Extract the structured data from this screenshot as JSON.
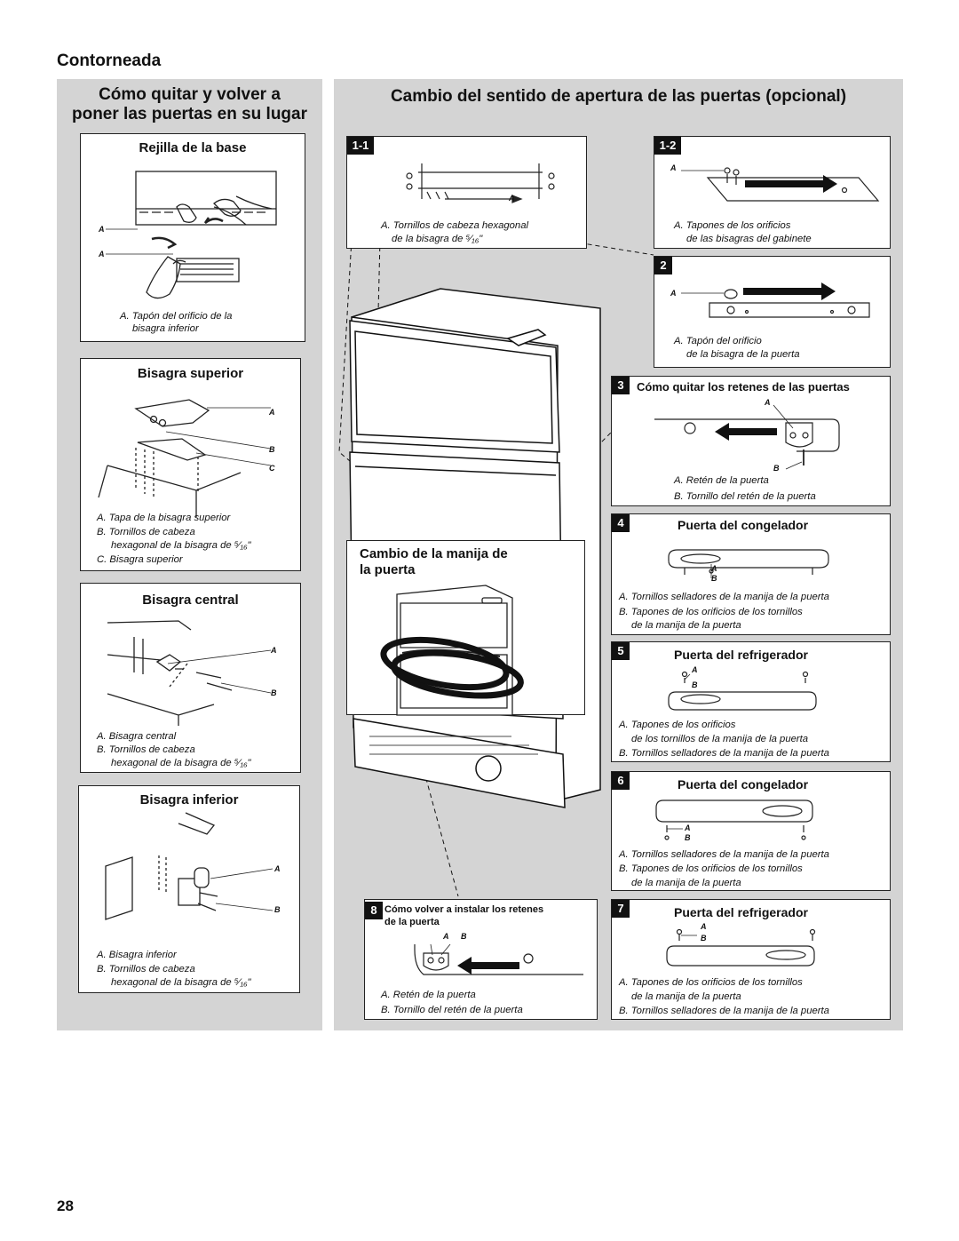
{
  "page": {
    "section_title": "Contorneada",
    "page_number": "28"
  },
  "left_panel": {
    "title_line1": "Cómo quitar y volver a",
    "title_line2": "poner las puertas en su lugar",
    "base_grille": {
      "title": "Rejilla de la base",
      "label_a": "A",
      "caption_line1": "A. Tapón del orificio de la",
      "caption_line2": "bisagra inferior"
    },
    "top_hinge": {
      "title": "Bisagra superior",
      "label_a": "A",
      "label_b": "B",
      "label_c": "C",
      "caption_a": "A. Tapa de la bisagra superior",
      "caption_b1": "B. Tornillos de cabeza",
      "caption_b2": "hexagonal de la bisagra de ⁵⁄₁₆\"",
      "caption_c": "C. Bisagra superior"
    },
    "center_hinge": {
      "title": "Bisagra central",
      "label_a": "A",
      "label_b": "B",
      "caption_a": "A. Bisagra central",
      "caption_b1": "B. Tornillos de cabeza",
      "caption_b2": "hexagonal de la bisagra de ⁵⁄₁₆\""
    },
    "bottom_hinge": {
      "title": "Bisagra inferior",
      "label_a": "A",
      "label_b": "B",
      "caption_a": "A. Bisagra inferior",
      "caption_b1": "B. Tornillos de cabeza",
      "caption_b2": "hexagonal de la bisagra de ⁵⁄₁₆\""
    }
  },
  "right_panel": {
    "title": "Cambio del sentido de apertura de las puertas (opcional)",
    "step_1_1": {
      "number": "1-1",
      "label_a": "A",
      "caption_line1": "A. Tornillos de cabeza hexagonal",
      "caption_line2": "de la bisagra de ⁵⁄₁₆\""
    },
    "step_1_2": {
      "number": "1-2",
      "label_a": "A",
      "caption_line1": "A. Tapones de los orificios",
      "caption_line2": "de las bisagras del gabinete"
    },
    "step_2": {
      "number": "2",
      "label_a": "A",
      "caption_line1": "A. Tapón del orificio",
      "caption_line2": "de la bisagra de la puerta"
    },
    "step_3": {
      "number": "3",
      "title": "Cómo quitar los retenes de las puertas",
      "label_a": "A",
      "label_b": "B",
      "caption_a": "A. Retén de la puerta",
      "caption_b": "B. Tornillo del retén de la puerta"
    },
    "handle_change": {
      "title_line1": "Cambio de la manija de",
      "title_line2": "la puerta"
    },
    "step_4": {
      "number": "4",
      "title": "Puerta del congelador",
      "label_a": "A",
      "label_b": "B",
      "caption_a": "A. Tornillos selladores de la manija de la puerta",
      "caption_b1": "B. Tapones de los orificios de los tornillos",
      "caption_b2": "de la manija de la puerta"
    },
    "step_5": {
      "number": "5",
      "title": "Puerta del refrigerador",
      "label_a": "A",
      "label_b": "B",
      "caption_a1": "A. Tapones de los orificios",
      "caption_a2": "de los tornillos de la manija de la puerta",
      "caption_b": "B. Tornillos selladores de la manija de la puerta"
    },
    "step_6": {
      "number": "6",
      "title": "Puerta del congelador",
      "label_a": "A",
      "label_b": "B",
      "caption_a": "A. Tornillos selladores de la manija de la puerta",
      "caption_b1": "B. Tapones de los orificios de los tornillos",
      "caption_b2": "de la manija de la puerta"
    },
    "step_7": {
      "number": "7",
      "title": "Puerta del refrigerador",
      "label_a": "A",
      "label_b": "B",
      "caption_a1": "A. Tapones de los orificios de los tornillos",
      "caption_a2": "de la manija de la puerta",
      "caption_b": "B. Tornillos selladores de la manija de la puerta"
    },
    "step_8": {
      "number": "8",
      "title_line1": "Cómo volver a instalar los retenes",
      "title_line2": "de la puerta",
      "label_a": "A",
      "label_b": "B",
      "caption_a": "A. Retén de la puerta",
      "caption_b": "B. Tornillo del retén de la puerta"
    }
  }
}
